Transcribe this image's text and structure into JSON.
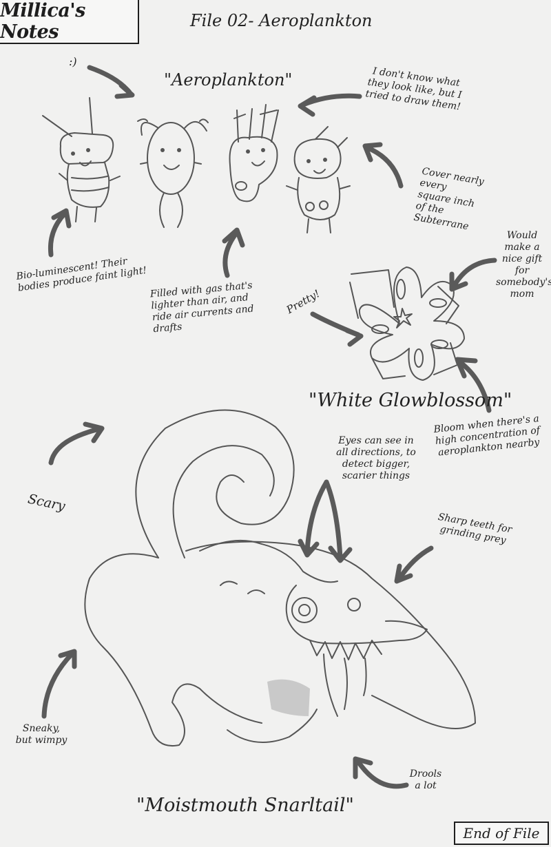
{
  "header": {
    "notebook_title": "Millica's Notes",
    "file_title": "File 02- Aeroplankton"
  },
  "aeroplankton": {
    "label": "\"Aeroplankton\"",
    "smiley": ":)",
    "note_drawing": "I don't know what they look like, but I tried to draw them!",
    "note_cover": "Cover nearly every square inch of the Subterrane",
    "note_glow": "Bio-luminescent! Their bodies produce faint light!",
    "note_gas": "Filled with gas that's lighter than air, and ride air currents and drafts"
  },
  "glowblossom": {
    "label": "\"White Glowblossom\"",
    "note_pretty": "Pretty!",
    "note_gift": "Would make a nice gift for somebody's mom",
    "note_bloom": "Bloom when there's a high concentration of aeroplankton nearby"
  },
  "snarltail": {
    "label": "\"Moistmouth Snarltail\"",
    "note_scary": "Scary",
    "note_eyes": "Eyes can see in all directions, to detect bigger, scarier things",
    "note_teeth": "Sharp teeth for grinding prey",
    "note_sneaky": "Sneaky, but wimpy",
    "note_drools": "Drools a lot"
  },
  "footer": {
    "end_label": "End of File"
  }
}
